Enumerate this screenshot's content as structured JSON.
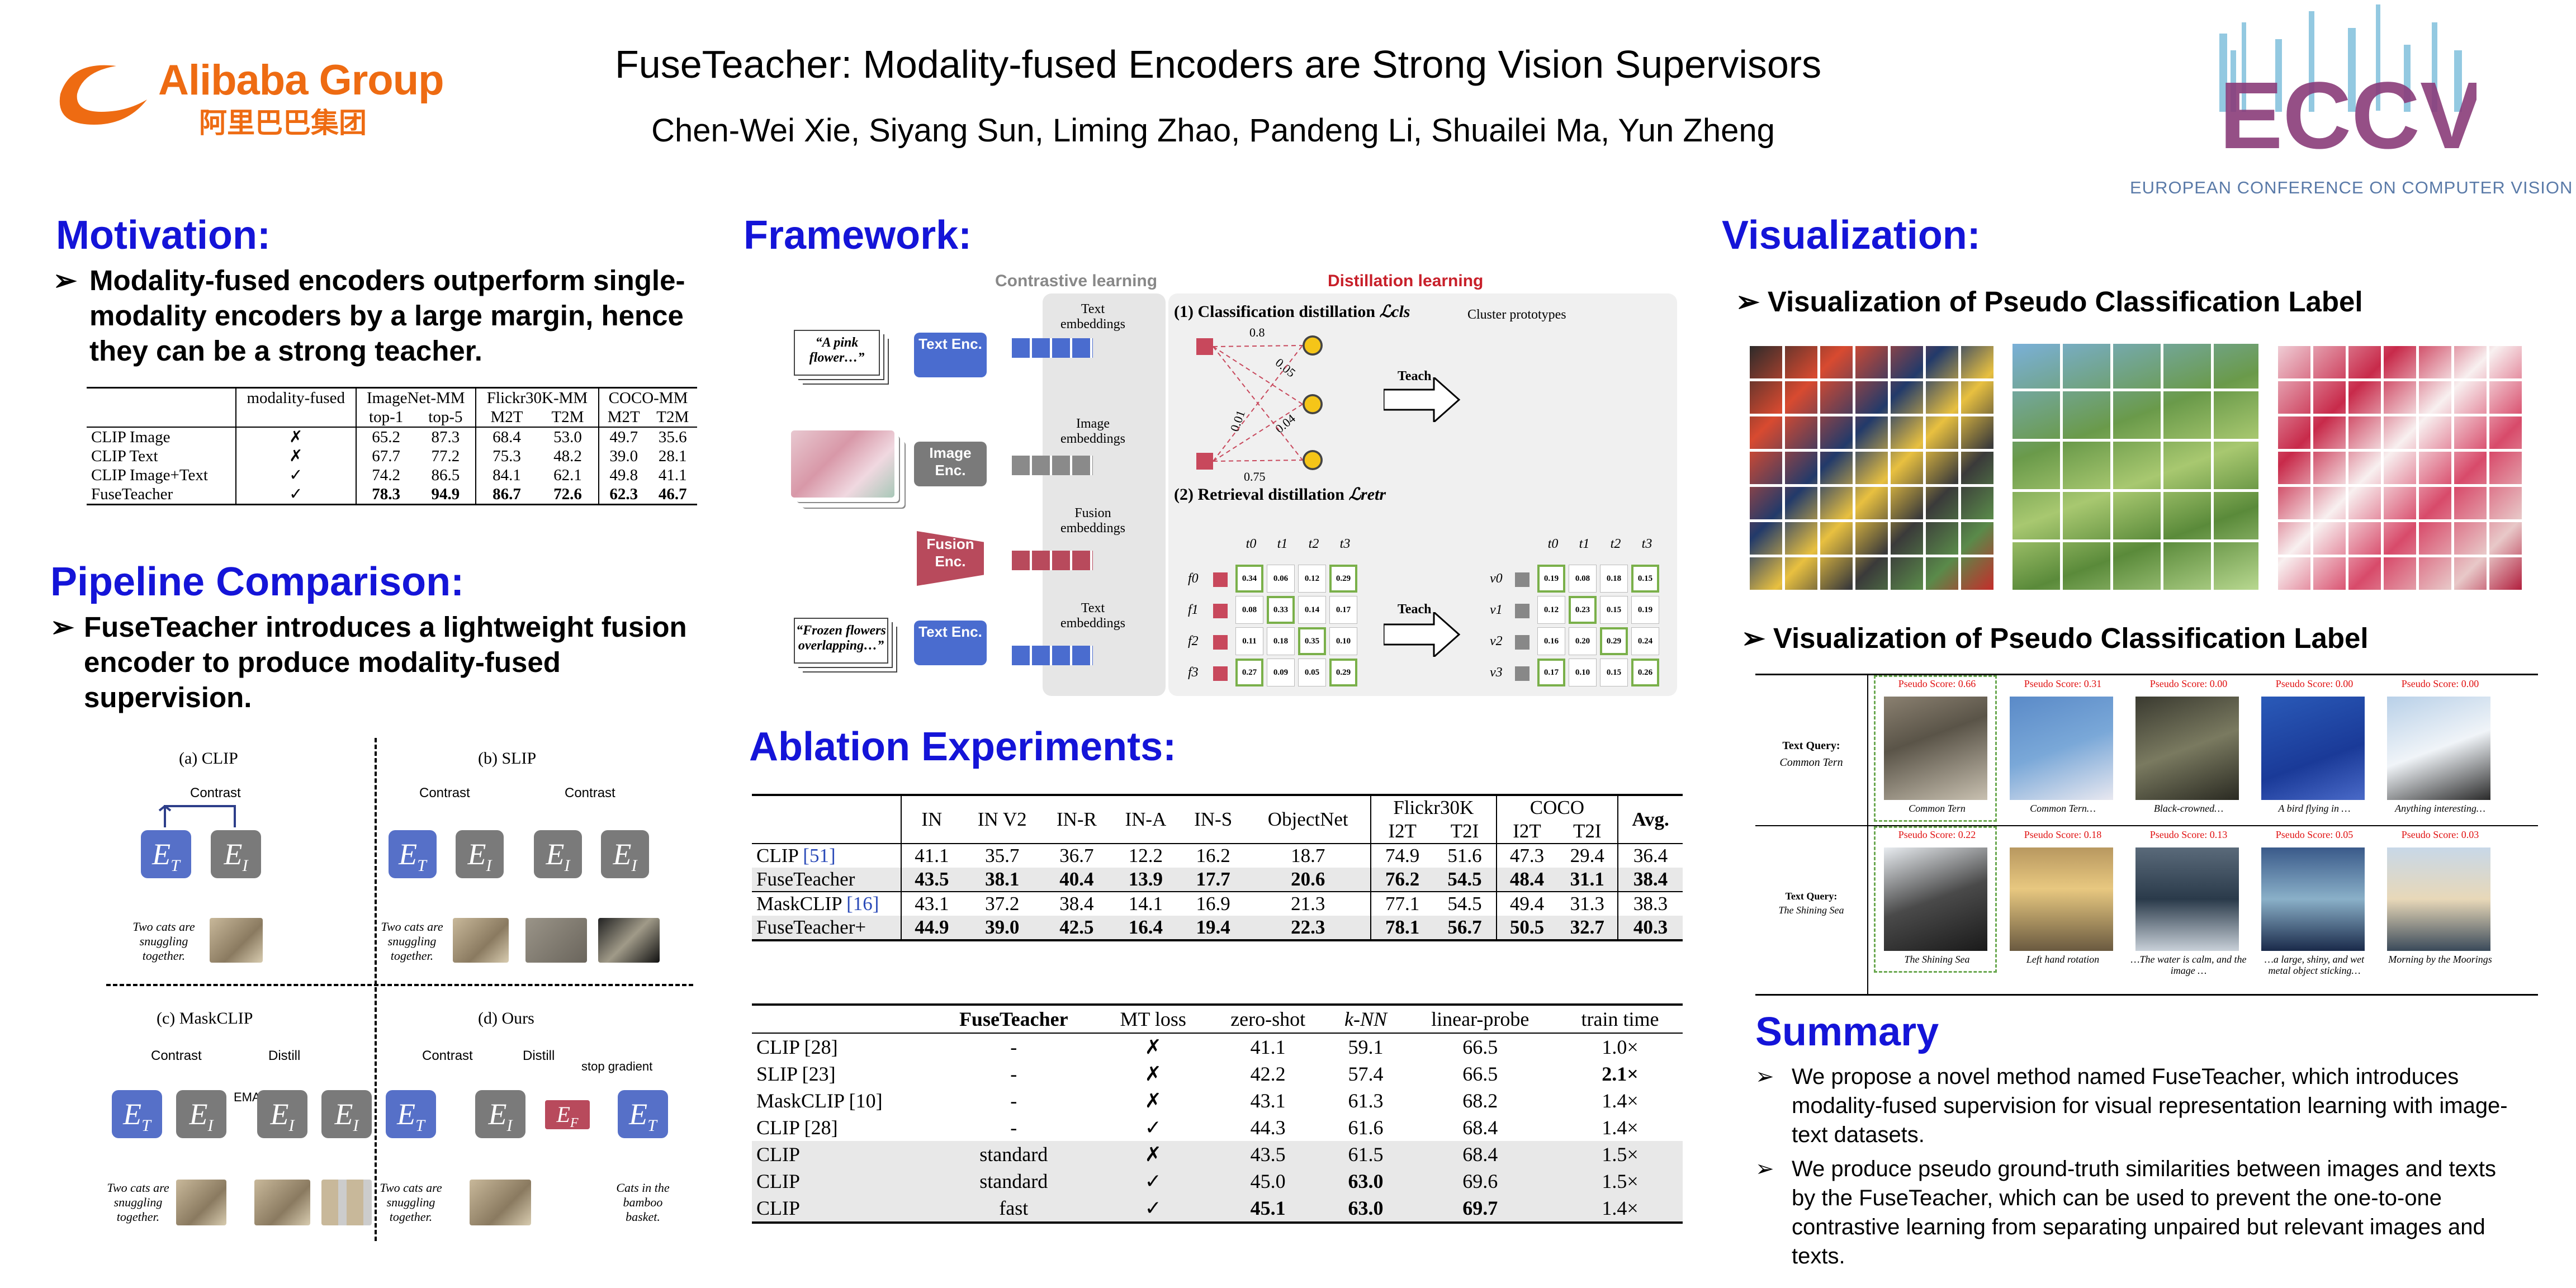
{
  "header": {
    "logo_main": "Alibaba Group",
    "logo_sub": "阿里巴巴集团",
    "title": "FuseTeacher: Modality-fused Encoders are Strong Vision Supervisors",
    "authors": "Chen-Wei Xie, Siyang Sun, Liming Zhao, Pandeng Li, Shuailei Ma, Yun Zheng",
    "conf_logo": "ECCV",
    "conf_sub": "EUROPEAN CONFERENCE ON COMPUTER VISION"
  },
  "colors": {
    "heading": "#1414d8",
    "encoder_blue": "#5670c8",
    "encoder_gray": "#7a7a7a",
    "fusion_red": "#b84a5c",
    "alibaba_orange": "#ee6b12"
  },
  "motivation": {
    "heading": "Motivation:",
    "bullet": "Modality-fused encoders outperform single-modality encoders by a large margin, hence they can be a strong teacher.",
    "table": {
      "group_headers": [
        "modality-fused",
        "ImageNet-MM",
        "Flickr30K-MM",
        "COCO-MM"
      ],
      "sub_headers": [
        "top-1",
        "top-5",
        "M2T",
        "T2M",
        "M2T",
        "T2M"
      ],
      "rows": [
        {
          "name": "CLIP Image",
          "fused": "✗",
          "vals": [
            "65.2",
            "87.3",
            "68.4",
            "53.0",
            "49.7",
            "35.6"
          ]
        },
        {
          "name": "CLIP Text",
          "fused": "✗",
          "vals": [
            "67.7",
            "77.2",
            "75.3",
            "48.2",
            "39.0",
            "28.1"
          ]
        },
        {
          "name": "CLIP Image+Text",
          "fused": "✓",
          "vals": [
            "74.2",
            "86.5",
            "84.1",
            "62.1",
            "49.8",
            "41.1"
          ]
        },
        {
          "name": "FuseTeacher",
          "fused": "✓",
          "vals": [
            "78.3",
            "94.9",
            "86.7",
            "72.6",
            "62.3",
            "46.7"
          ]
        }
      ]
    }
  },
  "pipeline": {
    "heading": "Pipeline Comparison:",
    "bullet": "FuseTeacher introduces a lightweight fusion encoder to produce modality-fused supervision.",
    "panels": [
      "(a) CLIP",
      "(b) SLIP",
      "(c) MaskCLIP",
      "(d) Ours"
    ],
    "contrast": "Contrast",
    "distill": "Distill",
    "ema": "EMA",
    "stop_gradient": "stop gradient",
    "caption_cats": "Two cats are snuggling together.",
    "caption_bamboo": "Cats in the bamboo basket."
  },
  "framework": {
    "heading": "Framework:",
    "contrastive_label": "Contrastive learning",
    "distillation_label": "Distillation learning",
    "text_enc": "Text Enc.",
    "image_enc": "Image Enc.",
    "fusion_enc": "Fusion Enc.",
    "text_emb": "Text embeddings",
    "image_emb": "Image embeddings",
    "fusion_emb": "Fusion embeddings",
    "query1": "“A pink flower…”",
    "query2": "“Frozen flowers overlapping…”",
    "cls_title": "(1) Classification distillation",
    "cls_loss": "ℒcls",
    "retr_title": "(2) Retrieval distillation",
    "retr_loss": "ℒretr",
    "cluster_prototypes": "Cluster prototypes",
    "teach": "Teach",
    "weights": [
      "0.8",
      "0.05",
      "0.04",
      "0.01",
      "0.75"
    ],
    "left_matrix": {
      "rows": [
        "f0",
        "f1",
        "f2",
        "f3"
      ],
      "cols": [
        "t0",
        "t1",
        "t2",
        "t3"
      ],
      "values": [
        [
          "0.34",
          "0.06",
          "0.12",
          "0.29"
        ],
        [
          "0.08",
          "0.33",
          "0.14",
          "0.17"
        ],
        [
          "0.11",
          "0.18",
          "0.35",
          "0.10"
        ],
        [
          "0.27",
          "0.09",
          "0.05",
          "0.29"
        ]
      ]
    },
    "right_matrix": {
      "rows": [
        "v0",
        "v1",
        "v2",
        "v3"
      ],
      "cols": [
        "t0",
        "t1",
        "t2",
        "t3"
      ],
      "values": [
        [
          "0.19",
          "0.08",
          "0.18",
          "0.15"
        ],
        [
          "0.12",
          "0.23",
          "0.15",
          "0.19"
        ],
        [
          "0.16",
          "0.20",
          "0.29",
          "0.24"
        ],
        [
          "0.17",
          "0.10",
          "0.15",
          "0.26"
        ]
      ]
    }
  },
  "ablation": {
    "heading": "Ablation Experiments:",
    "table1": {
      "headers": [
        "IN",
        "IN V2",
        "IN-R",
        "IN-A",
        "IN-S",
        "ObjectNet",
        "Flickr30K",
        "COCO",
        "Avg."
      ],
      "sub_headers": [
        "I2T",
        "T2I",
        "I2T",
        "T2I"
      ],
      "rows": [
        {
          "name": "CLIP",
          "ref": "[51]",
          "vals": [
            "41.1",
            "35.7",
            "36.7",
            "12.2",
            "16.2",
            "18.7",
            "74.9",
            "51.6",
            "47.3",
            "29.4",
            "36.4"
          ],
          "bold": false
        },
        {
          "name": "FuseTeacher",
          "ref": "",
          "vals": [
            "43.5",
            "38.1",
            "40.4",
            "13.9",
            "17.7",
            "20.6",
            "76.2",
            "54.5",
            "48.4",
            "31.1",
            "38.4"
          ],
          "bold": true
        },
        {
          "name": "MaskCLIP",
          "ref": "[16]",
          "vals": [
            "43.1",
            "37.2",
            "38.4",
            "14.1",
            "16.9",
            "21.3",
            "77.1",
            "54.5",
            "49.4",
            "31.3",
            "38.3"
          ],
          "bold": false
        },
        {
          "name": "FuseTeacher+",
          "ref": "",
          "vals": [
            "44.9",
            "39.0",
            "42.5",
            "16.4",
            "19.4",
            "22.3",
            "78.1",
            "56.7",
            "50.5",
            "32.7",
            "40.3"
          ],
          "bold": true
        }
      ]
    },
    "table2": {
      "headers": [
        "FuseTeacher",
        "MT loss",
        "zero-shot",
        "k-NN",
        "linear-probe",
        "train time"
      ],
      "rows": [
        {
          "name": "CLIP [28]",
          "ft": "-",
          "mt": "✗",
          "zs": "41.1",
          "knn": "59.1",
          "lp": "66.5",
          "tt": "1.0×"
        },
        {
          "name": "SLIP [23]",
          "ft": "-",
          "mt": "✗",
          "zs": "42.2",
          "knn": "57.4",
          "lp": "66.5",
          "tt": "2.1×"
        },
        {
          "name": "MaskCLIP [10]",
          "ft": "-",
          "mt": "✗",
          "zs": "43.1",
          "knn": "61.3",
          "lp": "68.2",
          "tt": "1.4×"
        },
        {
          "name": "CLIP [28]",
          "ft": "-",
          "mt": "✓",
          "zs": "44.3",
          "knn": "61.6",
          "lp": "68.4",
          "tt": "1.4×"
        },
        {
          "name": "CLIP",
          "ft": "standard",
          "mt": "✗",
          "zs": "43.5",
          "knn": "61.5",
          "lp": "68.4",
          "tt": "1.5×"
        },
        {
          "name": "CLIP",
          "ft": "standard",
          "mt": "✓",
          "zs": "45.0",
          "knn": "63.0",
          "lp": "69.6",
          "tt": "1.5×"
        },
        {
          "name": "CLIP",
          "ft": "fast",
          "mt": "✓",
          "zs": "45.1",
          "knn": "63.0",
          "lp": "69.7",
          "tt": "1.4×"
        }
      ]
    }
  },
  "visualization": {
    "heading": "Visualization:",
    "sub1": "Visualization of Pseudo Classification Label",
    "sub2": "Visualization of Pseudo Classification Label",
    "query1_label": "Text Query:",
    "query1_text": "Common Tern",
    "query2_label": "Text Query:",
    "query2_text": "The Shining Sea",
    "row1": [
      {
        "score": "Pseudo Score: 0.66",
        "cap": "Common Tern"
      },
      {
        "score": "Pseudo Score: 0.31",
        "cap": "Common Tern…"
      },
      {
        "score": "Pseudo Score: 0.00",
        "cap": "Black-crowned…"
      },
      {
        "score": "Pseudo Score: 0.00",
        "cap": "A bird flying in …"
      },
      {
        "score": "Pseudo Score: 0.00",
        "cap": "Anything interesting…"
      }
    ],
    "row2": [
      {
        "score": "Pseudo Score: 0.22",
        "cap": "The Shining Sea"
      },
      {
        "score": "Pseudo Score: 0.18",
        "cap": "Left hand rotation"
      },
      {
        "score": "Pseudo Score: 0.13",
        "cap": "…The water is calm, and the image …"
      },
      {
        "score": "Pseudo Score: 0.05",
        "cap": "…a large, shiny, and wet metal object sticking…"
      },
      {
        "score": "Pseudo Score: 0.03",
        "cap": "Morning by the Moorings"
      }
    ]
  },
  "summary": {
    "heading": "Summary",
    "bullets": [
      "We propose a novel method named FuseTeacher, which introduces modality-fused supervision for visual representation learning with image-text datasets.",
      "We produce pseudo ground-truth similarities between images and texts by the FuseTeacher, which can be used to prevent the one-to-one contrastive learning from separating unpaired but relevant images and texts."
    ]
  }
}
